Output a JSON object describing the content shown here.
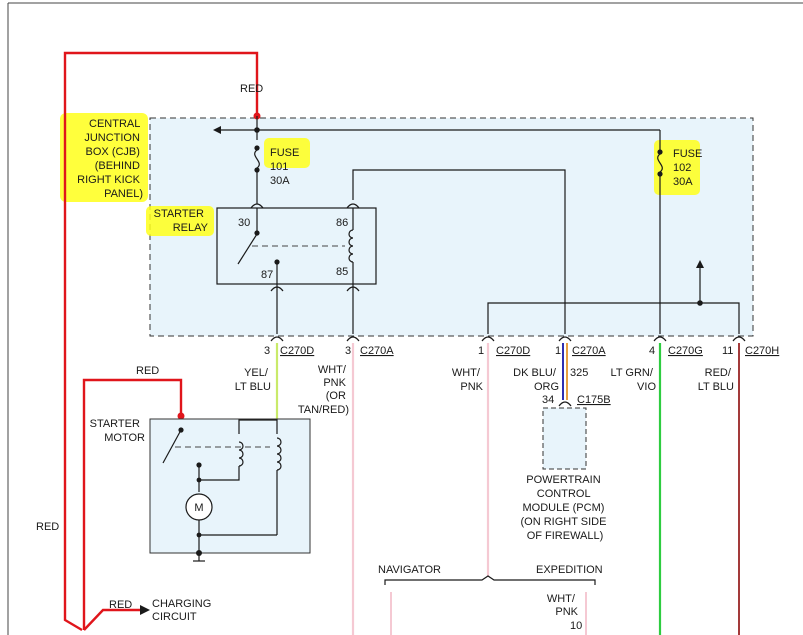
{
  "colors": {
    "red_wire": "#e0151b",
    "box_fill": "#e8f4fb",
    "highlight": "#ffff1a",
    "yel_lt_blu": "#c9ea6a",
    "wht_pnk": "#f5c9d3",
    "dk_blu_org": "#2f2fb0",
    "lt_grn_vio": "#2ecc40",
    "red_lt_blu": "#a33a3a"
  },
  "cjb": {
    "label_lines": [
      "CENTRAL",
      "JUNCTION",
      "BOX (CJB)",
      "(BEHIND",
      "RIGHT KICK",
      "PANEL)"
    ]
  },
  "fuse101": {
    "lines": [
      "FUSE",
      "101",
      "30A"
    ]
  },
  "fuse102": {
    "lines": [
      "FUSE",
      "102",
      "30A"
    ]
  },
  "relay": {
    "label_lines": [
      "STARTER",
      "RELAY"
    ],
    "pins": {
      "p30": "30",
      "p86": "86",
      "p87": "87",
      "p85": "85"
    }
  },
  "wire_labels": {
    "red_top": "RED",
    "red_starter": "RED",
    "red_side": "RED",
    "red_charging": "RED"
  },
  "connectors": [
    {
      "pin": "3",
      "name": "C270D"
    },
    {
      "pin": "3",
      "name": "C270A"
    },
    {
      "pin": "1",
      "name": "C270D"
    },
    {
      "pin": "1",
      "name": "C270A"
    },
    {
      "pin": "4",
      "name": "C270G"
    },
    {
      "pin": "11",
      "name": "C270H"
    }
  ],
  "wire_colors": {
    "yel_lt_blu": [
      "YEL/",
      "LT BLU"
    ],
    "wht_pnk_or": [
      "WHT/",
      "PNK",
      "(OR",
      "TAN/RED)"
    ],
    "wht_pnk": [
      "WHT/",
      "PNK"
    ],
    "dk_blu_org": [
      "DK BLU/",
      "ORG"
    ],
    "circuit_325": "325",
    "lt_grn_vio": [
      "LT GRN/",
      "VIO"
    ],
    "red_lt_blu": [
      "RED/",
      "LT BLU"
    ]
  },
  "pcm": {
    "pin": "34",
    "connector": "C175B",
    "label_lines": [
      "POWERTRAIN",
      "CONTROL",
      "MODULE (PCM)",
      "(ON RIGHT SIDE",
      "OF FIREWALL)"
    ]
  },
  "starter_motor": {
    "label_lines": [
      "STARTER",
      "MOTOR"
    ],
    "motor_symbol": "M"
  },
  "charging": {
    "label_lines": [
      "CHARGING",
      "CIRCUIT"
    ]
  },
  "bottom": {
    "navigator": "NAVIGATOR",
    "expedition": "EXPEDITION",
    "wire_lines": [
      "WHT/",
      "PNK"
    ],
    "pin": "10"
  }
}
